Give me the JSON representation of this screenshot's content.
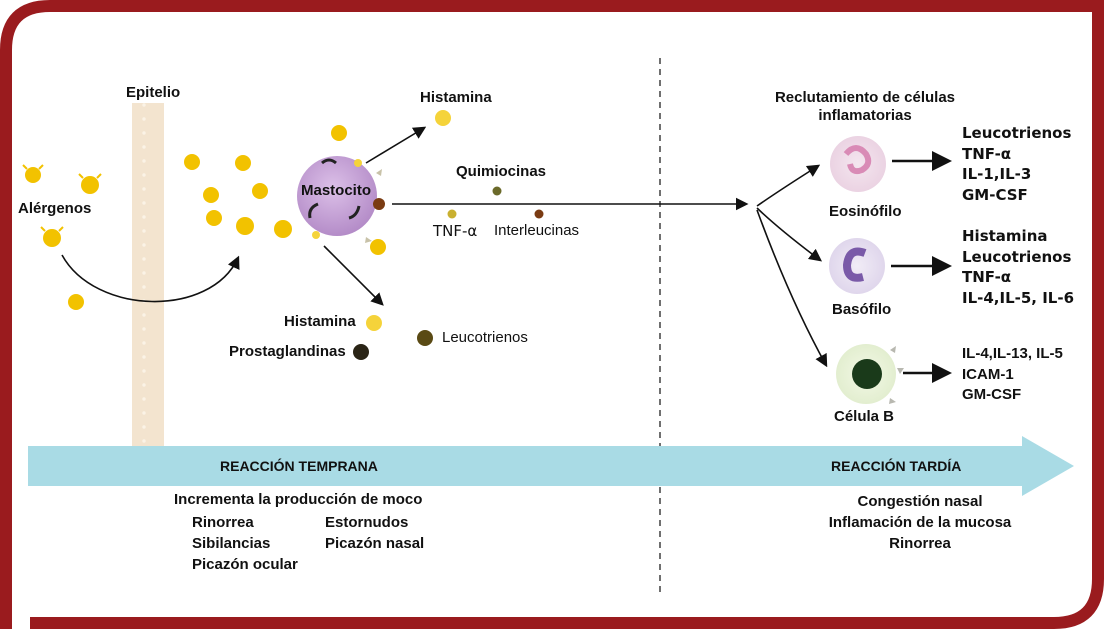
{
  "colors": {
    "frame": "#9a1b1e",
    "arrow_band": "#a9dbe5",
    "allergen": "#f2c200",
    "mast_cell": "#c9a3d8",
    "histamine": "#f5d33a",
    "quimiocinas": "#6b6a2a",
    "interleucinas": "#7a3b12",
    "leucotrienos": "#5a4a14",
    "prostaglandinas": "#2a2416",
    "eosinophil": "#d98bb6",
    "basophil": "#7a5aa8",
    "bcell": "#1a3a1a"
  },
  "labels": {
    "epitelio": "Epitelio",
    "alergenos": "Alérgenos",
    "mastocito": "Mastocito",
    "histamina_top": "Histamina",
    "quimiocinas": "Quimiocinas",
    "tnf": "TNF-α",
    "interleucinas": "Interleucinas",
    "histamina_bottom": "Histamina",
    "prostaglandinas": "Prostaglandinas",
    "leucotrienos": "Leucotrienos",
    "reclutamiento": "Reclutamiento de células inflamatorias",
    "eosinofilo": "Eosinófilo",
    "basofilo": "Basófilo",
    "celula_b": "Célula B"
  },
  "eosinophil_mediators": [
    "Leucotrienos",
    "TNF-α",
    "IL-1,IL-3",
    "GM-CSF"
  ],
  "basophil_mediators": [
    "Histamina",
    "Leucotrienos",
    "TNF-α",
    "IL-4,IL-5, IL-6"
  ],
  "bcell_mediators": [
    "IL-4,IL-13, IL-5",
    "ICAM-1",
    "GM-CSF"
  ],
  "early": {
    "title": "REACCIÓN TEMPRANA",
    "heading": "Incrementa la producción de moco",
    "col1": [
      "Rinorrea",
      "Sibilancias",
      "Picazón ocular"
    ],
    "col2": [
      "Estornudos",
      "Picazón nasal"
    ]
  },
  "late": {
    "title": "REACCIÓN TARDÍA",
    "items": [
      "Congestión nasal",
      "Inflamación de la mucosa",
      "Rinorrea"
    ]
  }
}
